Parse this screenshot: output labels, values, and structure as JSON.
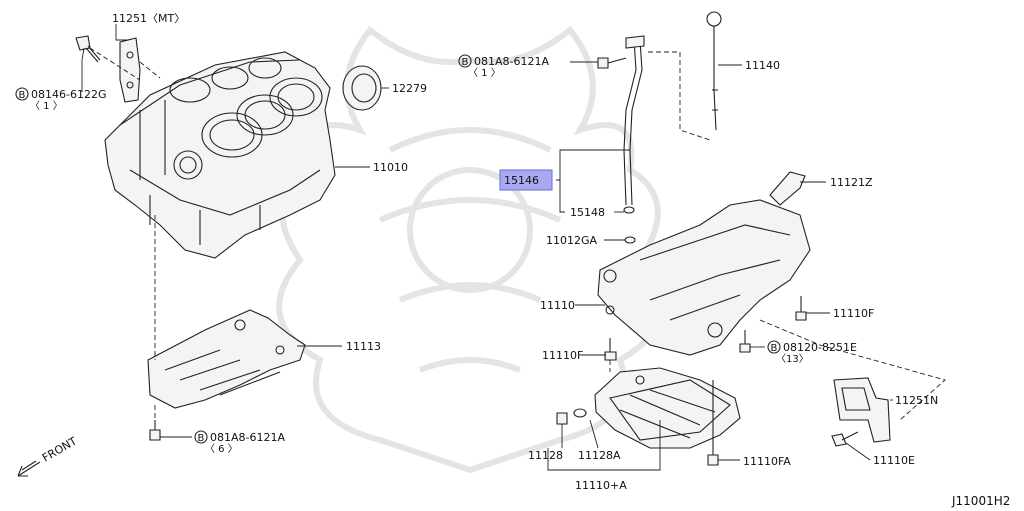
{
  "diagram_code": "J11001H2",
  "front_label": "FRONT",
  "highlight_color": "#a9a9f2",
  "parts": {
    "p11251mt": "11251〈MT〉",
    "p08146": "08146-6122G",
    "p08146_qty": "〈 1 〉",
    "p12279": "12279",
    "p11010": "11010",
    "p11113": "11113",
    "p081a8_6": "081A8-6121A",
    "p081a8_6_qty": "〈 6 〉",
    "p081a8_1": "081A8-6121A",
    "p081a8_1_qty": "〈 1 〉",
    "p11140": "11140",
    "p15146": "15146",
    "p15148": "15148",
    "p11121z": "11121Z",
    "p11012ga": "11012GA",
    "p11110": "11110",
    "p11110f_right": "11110F",
    "p08120": "08120-8251E",
    "p08120_qty": "〈13〉",
    "p11110f_left": "11110F",
    "p11251n": "11251N",
    "p11128": "11128",
    "p11128a": "11128A",
    "p11110fa": "11110FA",
    "p11110e": "11110E",
    "p11110plusa": "11110+A"
  },
  "circled_b": "B"
}
